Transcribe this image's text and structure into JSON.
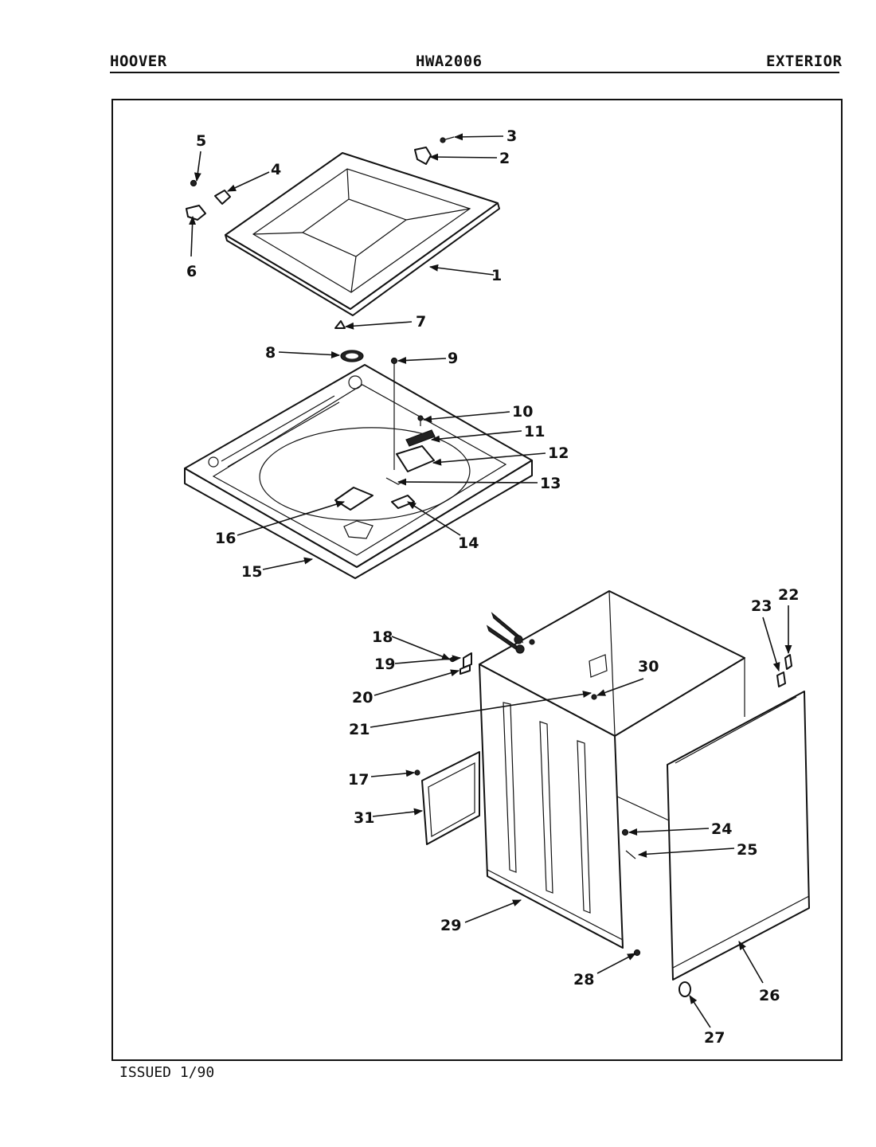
{
  "header": {
    "brand": "HOOVER",
    "model": "HWA2006",
    "section": "EXTERIOR"
  },
  "footer": {
    "issued": "ISSUED 1/90"
  },
  "callouts": [
    {
      "id": "c1",
      "text": "1"
    },
    {
      "id": "c2",
      "text": "2"
    },
    {
      "id": "c3",
      "text": "3"
    },
    {
      "id": "c4",
      "text": "4"
    },
    {
      "id": "c5",
      "text": "5"
    },
    {
      "id": "c6",
      "text": "6"
    },
    {
      "id": "c7",
      "text": "7"
    },
    {
      "id": "c8",
      "text": "8"
    },
    {
      "id": "c9",
      "text": "9"
    },
    {
      "id": "c10",
      "text": "10"
    },
    {
      "id": "c11",
      "text": "11"
    },
    {
      "id": "c12",
      "text": "12"
    },
    {
      "id": "c13",
      "text": "13"
    },
    {
      "id": "c14",
      "text": "14"
    },
    {
      "id": "c15",
      "text": "15"
    },
    {
      "id": "c16",
      "text": "16"
    },
    {
      "id": "c17",
      "text": "17"
    },
    {
      "id": "c18",
      "text": "18"
    },
    {
      "id": "c19",
      "text": "19"
    },
    {
      "id": "c20",
      "text": "20"
    },
    {
      "id": "c21",
      "text": "21"
    },
    {
      "id": "c22",
      "text": "22"
    },
    {
      "id": "c23",
      "text": "23"
    },
    {
      "id": "c24",
      "text": "24"
    },
    {
      "id": "c25",
      "text": "25"
    },
    {
      "id": "c26",
      "text": "26"
    },
    {
      "id": "c27",
      "text": "27"
    },
    {
      "id": "c28",
      "text": "28"
    },
    {
      "id": "c29",
      "text": "29"
    },
    {
      "id": "c30",
      "text": "30"
    },
    {
      "id": "c31",
      "text": "31"
    }
  ]
}
